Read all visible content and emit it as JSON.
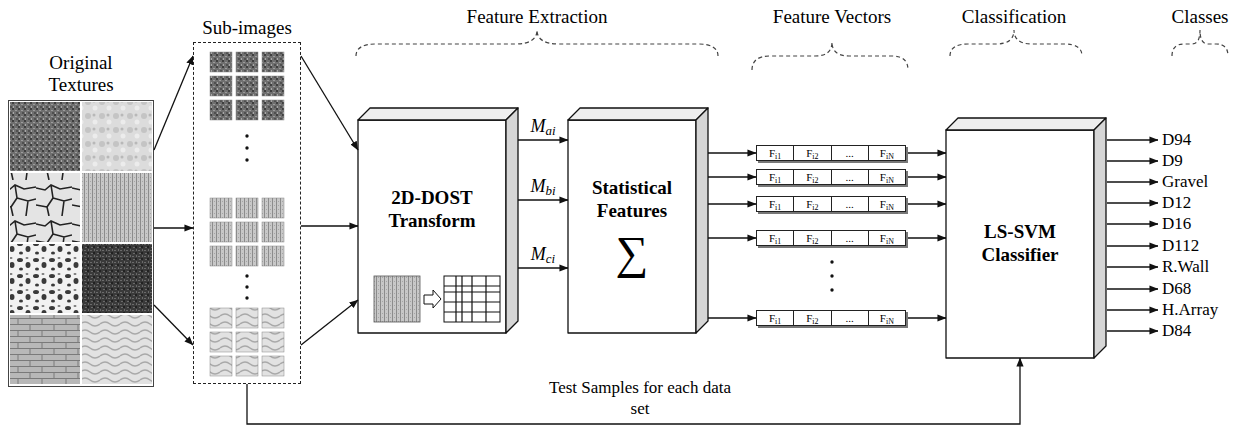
{
  "diagram": {
    "nodes": [
      {
        "text": [
          "Original Textures"
        ]
      },
      {
        "text": [
          "Sub-images"
        ]
      },
      {
        "text": [
          "2D-DOST Transform"
        ]
      },
      {
        "text": [
          "Statistical Features",
          "∑"
        ]
      },
      {
        "text": [
          "Fi1",
          "Fi2",
          "...",
          "FiN"
        ]
      },
      {
        "text": [
          "Fi1",
          "Fi2",
          "...",
          "FiN"
        ]
      },
      {
        "text": [
          "Fi1",
          "Fi2",
          "...",
          "FiN"
        ]
      },
      {
        "text": [
          "Fi1",
          "Fi2",
          "...",
          "FiN"
        ]
      },
      {
        "text": [
          "Fi1",
          "Fi2",
          "...",
          "FiN"
        ]
      },
      {
        "text": [
          "LS-SVM Classifier"
        ]
      }
    ],
    "edges": [
      {
        "from": 0,
        "to": 1,
        "arrow": "to"
      },
      {
        "from": 0,
        "to": 1,
        "arrow": "to"
      },
      {
        "from": 0,
        "to": 1,
        "arrow": "to"
      },
      {
        "from": 1,
        "to": 2,
        "arrow": "to"
      },
      {
        "from": 1,
        "to": 2,
        "arrow": "to"
      },
      {
        "from": 1,
        "to": 2,
        "arrow": "to"
      },
      {
        "from": 2,
        "to": 3,
        "label": "Mai",
        "arrow": "to"
      },
      {
        "from": 2,
        "to": 3,
        "label": "Mbi",
        "arrow": "to"
      },
      {
        "from": 2,
        "to": 3,
        "label": "Mci",
        "arrow": "to"
      },
      {
        "from": 3,
        "to": 4,
        "arrow": "to"
      },
      {
        "from": 3,
        "to": 5,
        "arrow": "to"
      },
      {
        "from": 3,
        "to": 6,
        "arrow": "to"
      },
      {
        "from": 3,
        "to": 7,
        "arrow": "to"
      },
      {
        "from": 3,
        "to": 8,
        "arrow": "to"
      },
      {
        "from": 4,
        "to": 9,
        "arrow": "to"
      },
      {
        "from": 5,
        "to": 9,
        "arrow": "to"
      },
      {
        "from": 6,
        "to": 9,
        "arrow": "to"
      },
      {
        "from": 7,
        "to": 9,
        "arrow": "to"
      },
      {
        "from": 8,
        "to": 9,
        "arrow": "to"
      },
      {
        "from": 1,
        "to": 9,
        "label": "Test Samples for each data set",
        "arrow": "to"
      }
    ],
    "labels": [
      "Feature Extraction",
      "Feature Vectors",
      "Classification",
      "Classes",
      "D94",
      "D9",
      "Gravel",
      "D12",
      "D16",
      "D112",
      "R.Wall",
      "D68",
      "H.Array",
      "D84"
    ]
  }
}
